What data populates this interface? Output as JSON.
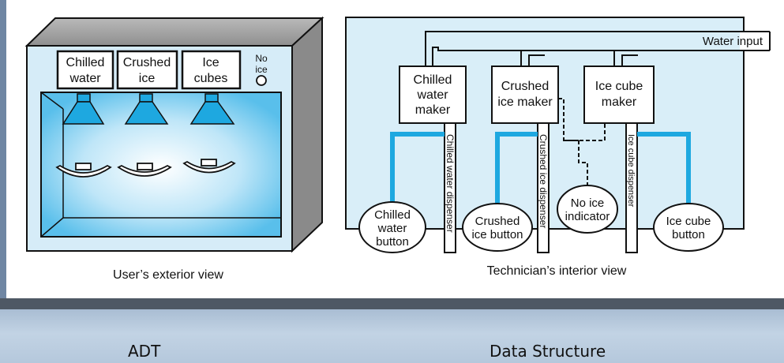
{
  "exterior": {
    "caption": "User’s exterior view",
    "buttons": [
      {
        "line1": "Chilled",
        "line2": "water"
      },
      {
        "line1": "Crushed",
        "line2": "ice"
      },
      {
        "line1": "Ice",
        "line2": "cubes"
      }
    ],
    "no_ice": {
      "line1": "No",
      "line2": "ice"
    }
  },
  "interior": {
    "caption": "Technician’s interior view",
    "water_input": "Water input",
    "makers": [
      {
        "line1": "Chilled",
        "line2": "water",
        "line3": "maker"
      },
      {
        "line1": "Crushed",
        "line2": "ice maker"
      },
      {
        "line1": "Ice cube",
        "line2": "maker"
      }
    ],
    "dispensers": [
      "Chilled water dispenser",
      "Crushed ice dispenser",
      "Ice cube dispenser"
    ],
    "buttons": [
      {
        "line1": "Chilled",
        "line2": "water",
        "line3": "button"
      },
      {
        "line1": "Crushed",
        "line2": "ice button"
      },
      {
        "line1": "Ice cube",
        "line2": "button"
      }
    ],
    "indicator": {
      "line1": "No ice",
      "line2": "indicator"
    }
  },
  "footer": {
    "left_label": "ADT",
    "right_label": "Data Structure"
  },
  "colors": {
    "panel_fill": "#d9eef8",
    "pipe_blue": "#1ea8e0",
    "divider": "#4e5864",
    "band": "#b5c8dc"
  }
}
